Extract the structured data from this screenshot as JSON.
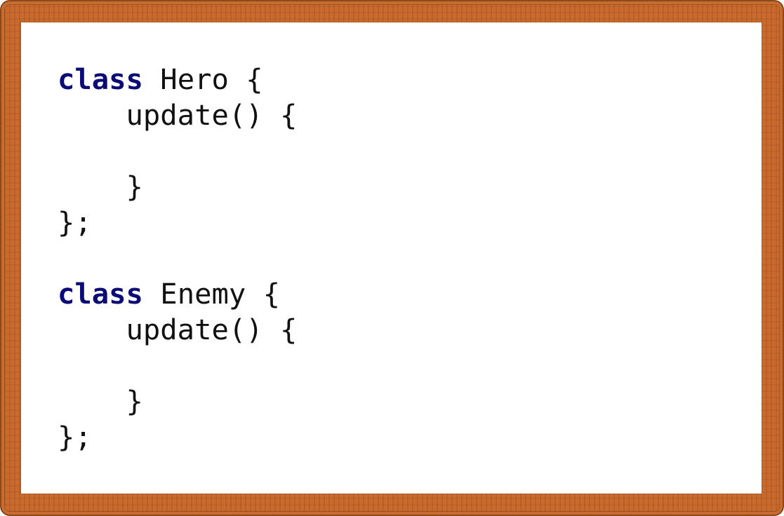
{
  "code": {
    "lines": [
      {
        "keyword": "class",
        "text": " Hero {"
      },
      {
        "keyword": "",
        "text": "    update() {"
      },
      {
        "keyword": "",
        "text": ""
      },
      {
        "keyword": "",
        "text": "    }"
      },
      {
        "keyword": "",
        "text": "};"
      },
      {
        "keyword": "",
        "text": ""
      },
      {
        "keyword": "class",
        "text": " Enemy {"
      },
      {
        "keyword": "",
        "text": "    update() {"
      },
      {
        "keyword": "",
        "text": ""
      },
      {
        "keyword": "",
        "text": "    }"
      },
      {
        "keyword": "",
        "text": "};"
      }
    ]
  },
  "colors": {
    "frame": "#c96a2f",
    "keyword": "#0b0b78",
    "text": "#111111",
    "background": "#ffffff"
  }
}
